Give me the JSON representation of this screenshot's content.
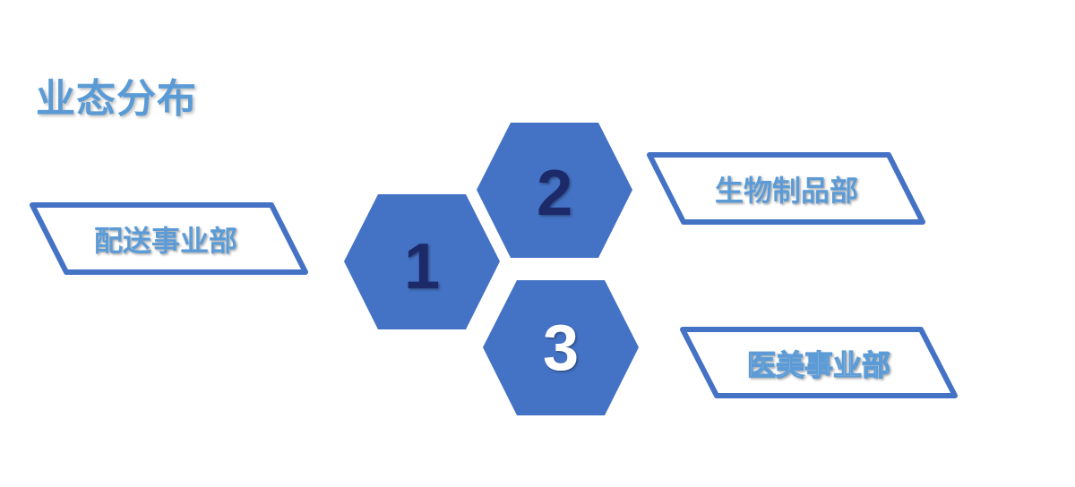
{
  "title": "业态分布",
  "hexagons": [
    {
      "number": "1"
    },
    {
      "number": "2"
    },
    {
      "number": "3"
    }
  ],
  "labels": [
    {
      "text": "配送事业部"
    },
    {
      "text": "生物制品部"
    },
    {
      "text": "医美事业部"
    }
  ],
  "colors": {
    "hex_fill": "#4472c4",
    "frame_stroke": "#4472c4",
    "title": "#5b9bd5",
    "num_dark": "#1f2a6b",
    "num_light": "#ffffff",
    "label_text": "#5b9bd5"
  }
}
